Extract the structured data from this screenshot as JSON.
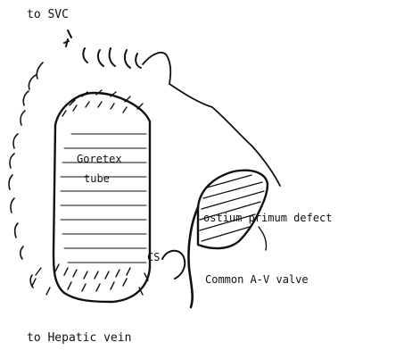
{
  "labels": {
    "top": "to SVC",
    "tube_line1": "Goretex",
    "tube_line2": "tube",
    "defect": "ostium primum defect",
    "cs": "CS",
    "valve": "Common A-V valve",
    "bottom": "to Hepatic vein"
  },
  "colors": {
    "ink": "#111111",
    "background": "#ffffff"
  }
}
